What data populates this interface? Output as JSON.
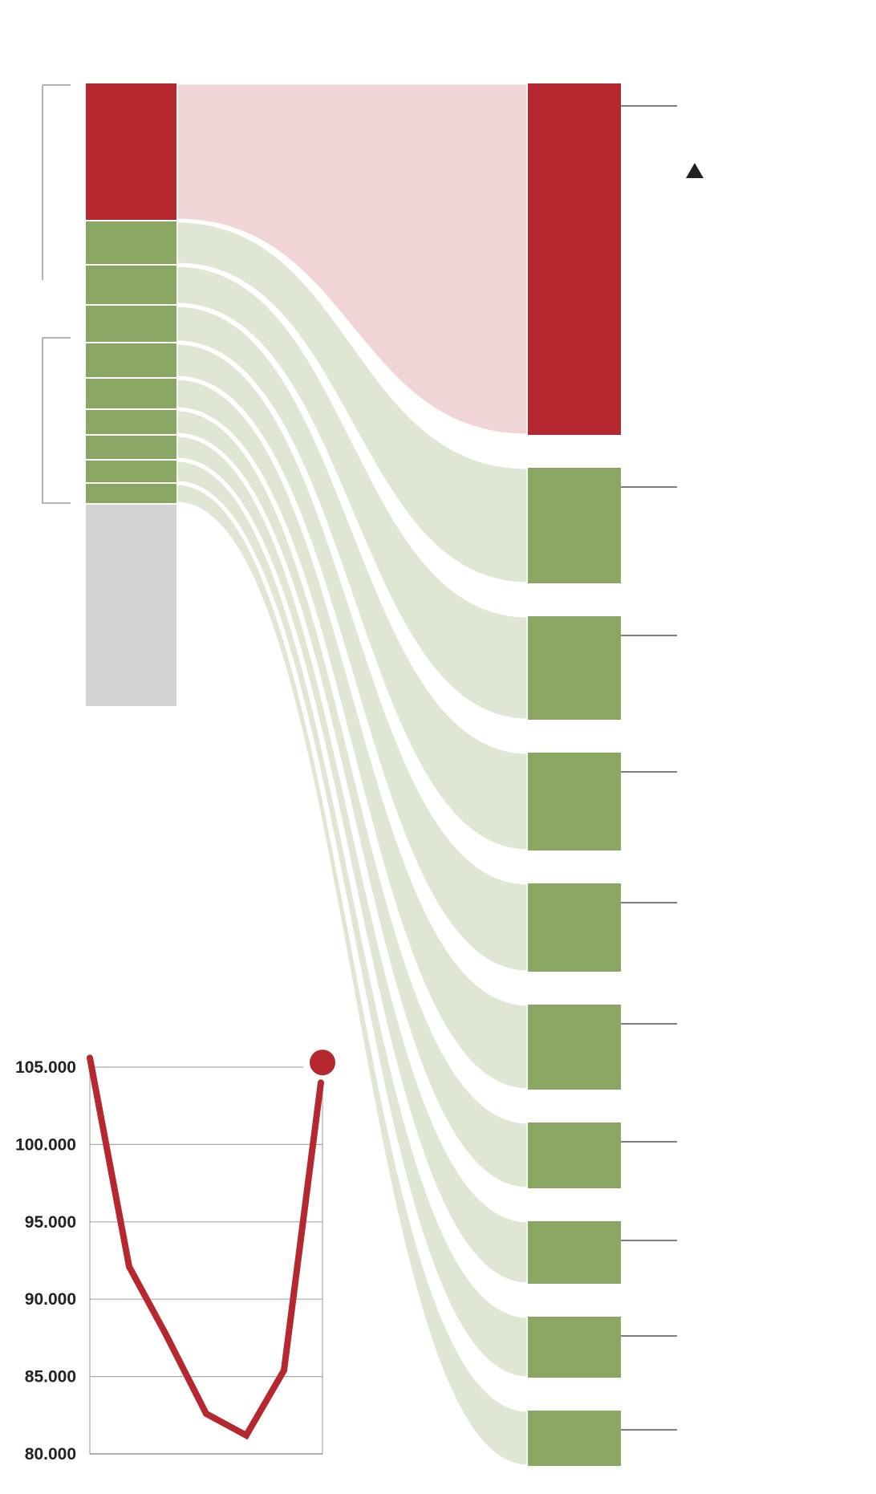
{
  "colors": {
    "red": "#b5282f",
    "red_flow": "#f0d4d6",
    "green": "#8aa663",
    "green_flow": "#dfe7d4",
    "gray": "#d3d3d3",
    "grid": "#aaaaaa",
    "leader": "#333333",
    "marker": "#222222"
  },
  "chart_data": [
    {
      "type": "sankey",
      "title": "",
      "source_nodes": [
        {
          "category": "red",
          "value": 170
        },
        {
          "category": "green",
          "value": 53
        },
        {
          "category": "green",
          "value": 48
        },
        {
          "category": "green",
          "value": 45
        },
        {
          "category": "green",
          "value": 42
        },
        {
          "category": "green",
          "value": 37
        },
        {
          "category": "green",
          "value": 30
        },
        {
          "category": "green",
          "value": 29
        },
        {
          "category": "green",
          "value": 27
        },
        {
          "category": "green",
          "value": 24
        },
        {
          "category": "gray",
          "value": 251
        }
      ],
      "target_nodes": [
        {
          "category": "red",
          "value": 438
        },
        {
          "category": "green",
          "value": 144
        },
        {
          "category": "green",
          "value": 129
        },
        {
          "category": "green",
          "value": 122
        },
        {
          "category": "green",
          "value": 110
        },
        {
          "category": "green",
          "value": 106
        },
        {
          "category": "green",
          "value": 82
        },
        {
          "category": "green",
          "value": 78
        },
        {
          "category": "green",
          "value": 76
        },
        {
          "category": "green",
          "value": 69
        }
      ],
      "links": [
        [
          0,
          0
        ],
        [
          1,
          1
        ],
        [
          2,
          2
        ],
        [
          3,
          3
        ],
        [
          4,
          4
        ],
        [
          5,
          5
        ],
        [
          6,
          6
        ],
        [
          7,
          7
        ],
        [
          8,
          8
        ],
        [
          9,
          9
        ]
      ],
      "brackets": [
        [
          0,
          1
        ],
        [
          3,
          9
        ]
      ],
      "marker": "up-triangle"
    },
    {
      "type": "line",
      "title": "",
      "xlabel": "",
      "ylabel": "",
      "ylim": [
        80000,
        105000
      ],
      "y_ticks": [
        "105.000",
        "100.000",
        "95.000",
        "90.000",
        "85.000",
        "80.000"
      ],
      "y_tick_values": [
        105000,
        100000,
        95000,
        90000,
        85000,
        80000
      ],
      "grid": true,
      "series": [
        {
          "name": "",
          "x": [
            0,
            1,
            2,
            3,
            4,
            5,
            6
          ],
          "values": [
            105600,
            92100,
            87800,
            82600,
            81200,
            85400,
            104000
          ]
        }
      ],
      "highlight_point": {
        "x": 6,
        "value": 105300
      }
    }
  ]
}
